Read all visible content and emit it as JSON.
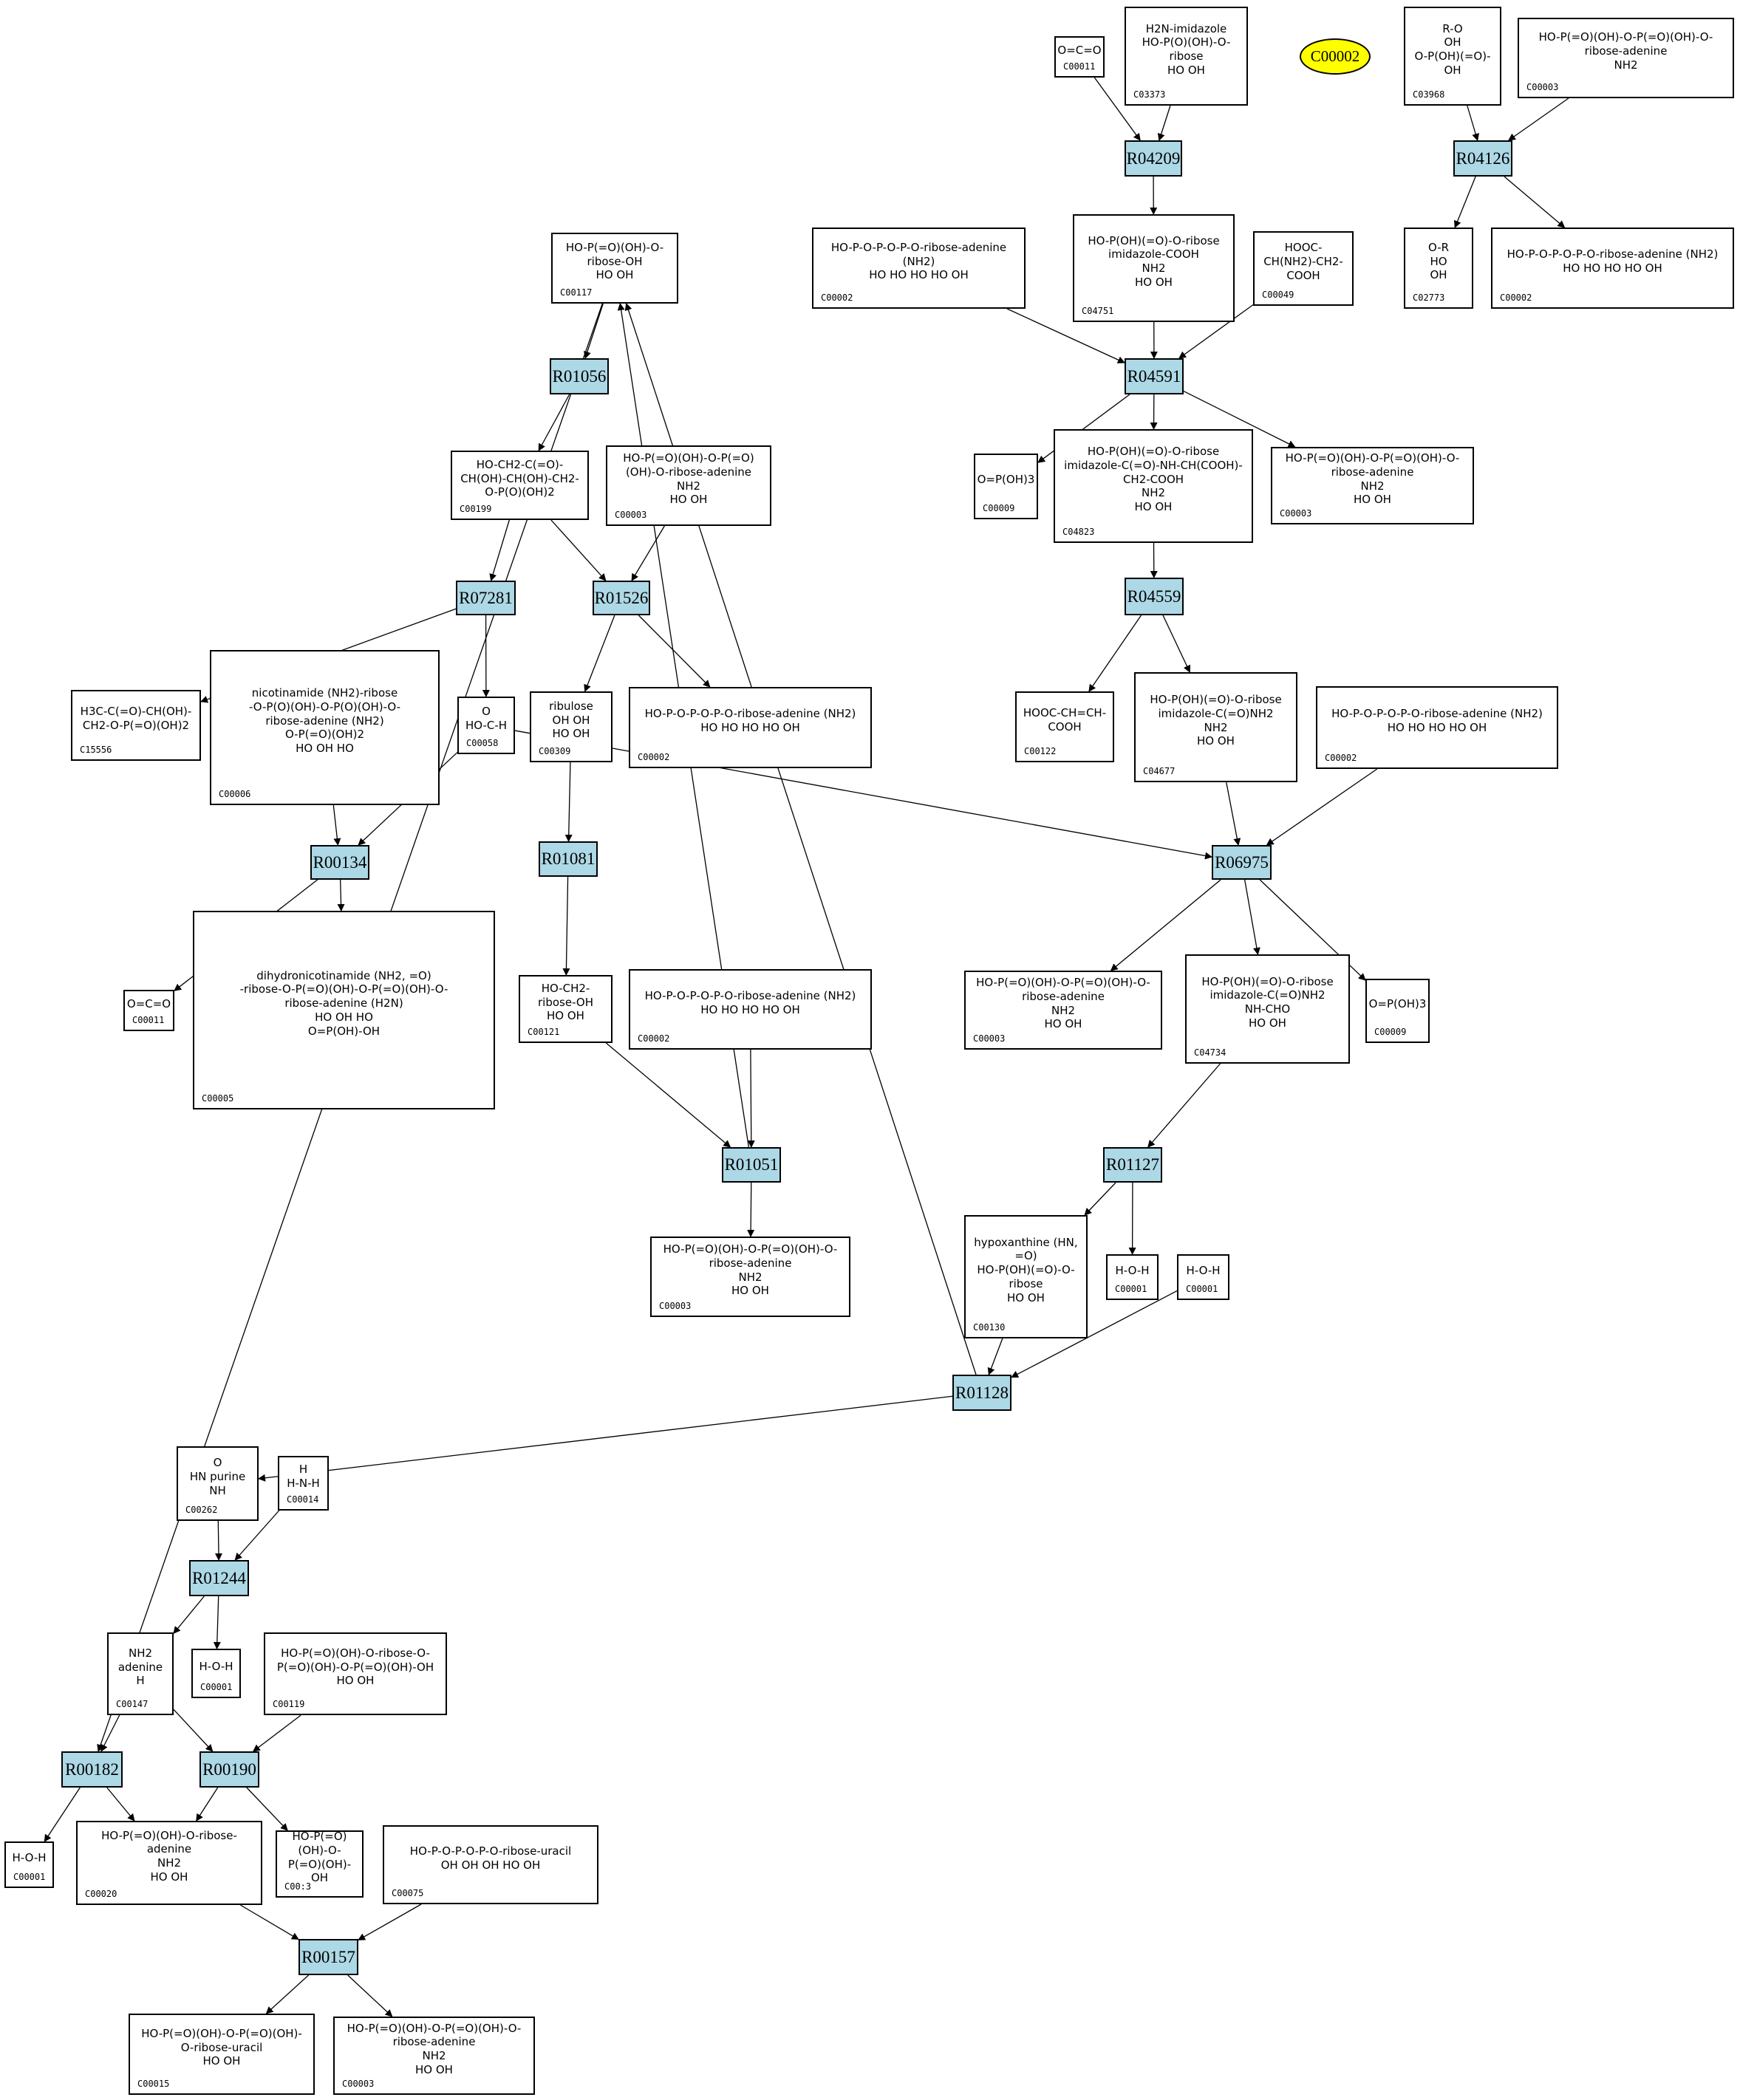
{
  "diagram": {
    "type": "metabolic-pathway-graph",
    "highlight": {
      "id": "C00002",
      "color": "#ffff00"
    },
    "reaction_color": "#add8e6",
    "reactions": [
      "R04209",
      "R04126",
      "R01056",
      "R04591",
      "R07281",
      "R01526",
      "R04559",
      "R00134",
      "R01081",
      "R06975",
      "R01051",
      "R01127",
      "R01128",
      "R01244",
      "R00182",
      "R00190",
      "R00157"
    ],
    "compounds": {
      "c00011_top": {
        "id": "C00011",
        "structure": "O=C=O"
      },
      "c03373": {
        "id": "C03373",
        "structure": "H2N-imidazole\nHO-P(O)(OH)-O-ribose\nHO  OH"
      },
      "c03968": {
        "id": "C03968",
        "structure": "R-O\nOH\nO-P(OH)(=O)-OH"
      },
      "c00003_top": {
        "id": "C00003",
        "structure": "HO-P(=O)(OH)-O-P(=O)(OH)-O-ribose-adenine\nNH2"
      },
      "c00117": {
        "id": "C00117",
        "structure": "HO-P(=O)(OH)-O-ribose-OH\nHO  OH"
      },
      "c00002_a": {
        "id": "C00002",
        "structure": "HO-P-O-P-O-P-O-ribose-adenine (NH2)\nHO  HO  HO   HO  OH"
      },
      "c04751": {
        "id": "C04751",
        "structure": "HO-P(OH)(=O)-O-ribose\nimidazole-COOH\nNH2\nHO  OH"
      },
      "c00049": {
        "id": "C00049",
        "structure": "HOOC-CH(NH2)-CH2-COOH"
      },
      "c02773": {
        "id": "C02773",
        "structure": "O-R\nHO\nOH"
      },
      "c00002_b": {
        "id": "C00002",
        "structure": "HO-P-O-P-O-P-O-ribose-adenine (NH2)\nHO  HO  HO   HO  OH"
      },
      "c00199": {
        "id": "C00199",
        "structure": "HO-CH2-C(=O)-CH(OH)-CH(OH)-CH2-O-P(O)(OH)2"
      },
      "c00003_a": {
        "id": "C00003",
        "structure": "HO-P(=O)(OH)-O-P(=O)(OH)-O-ribose-adenine\nNH2\nHO  OH"
      },
      "c00009_a": {
        "id": "C00009",
        "structure": "O=P(OH)3"
      },
      "c04823": {
        "id": "C04823",
        "structure": "HO-P(OH)(=O)-O-ribose\nimidazole-C(=O)-NH-CH(COOH)-CH2-COOH\nNH2\nHO  OH"
      },
      "c00003_b": {
        "id": "C00003",
        "structure": "HO-P(=O)(OH)-O-P(=O)(OH)-O-ribose-adenine\nNH2\nHO  OH"
      },
      "c15556": {
        "id": "C15556",
        "structure": "H3C-C(=O)-CH(OH)-CH2-O-P(=O)(OH)2"
      },
      "c00006": {
        "id": "C00006",
        "structure": "nicotinamide (NH2)-ribose\n-O-P(O)(OH)-O-P(O)(OH)-O-\nribose-adenine (NH2)\nO-P(=O)(OH)2\nHO  OH   HO"
      },
      "c00058": {
        "id": "C00058",
        "structure": "O\nHO-C-H"
      },
      "c00309": {
        "id": "C00309",
        "structure": "ribulose\nOH  OH\nHO  OH"
      },
      "c00002_c": {
        "id": "C00002",
        "structure": "HO-P-O-P-O-P-O-ribose-adenine (NH2)\nHO  HO  HO   HO  OH"
      },
      "c00122": {
        "id": "C00122",
        "structure": "HOOC-CH=CH-COOH"
      },
      "c04677": {
        "id": "C04677",
        "structure": "HO-P(OH)(=O)-O-ribose\nimidazole-C(=O)NH2\nNH2\nHO  OH"
      },
      "c00002_d": {
        "id": "C00002",
        "structure": "HO-P-O-P-O-P-O-ribose-adenine (NH2)\nHO  HO  HO   HO  OH"
      },
      "c00011_b": {
        "id": "C00011",
        "structure": "O=C=O"
      },
      "c00005": {
        "id": "C00005",
        "structure": "dihydronicotinamide (NH2, =O)\n-ribose-O-P(=O)(OH)-O-P(=O)(OH)-O-\nribose-adenine (H2N)\nHO  OH     HO\nO=P(OH)-OH"
      },
      "c00121": {
        "id": "C00121",
        "structure": "HO-CH2-ribose-OH\nHO  OH"
      },
      "c00002_e": {
        "id": "C00002",
        "structure": "HO-P-O-P-O-P-O-ribose-adenine (NH2)\nHO  HO  HO   HO  OH"
      },
      "c00003_c": {
        "id": "C00003",
        "structure": "HO-P(=O)(OH)-O-P(=O)(OH)-O-ribose-adenine\nNH2\nHO  OH"
      },
      "c04734": {
        "id": "C04734",
        "structure": "HO-P(OH)(=O)-O-ribose\nimidazole-C(=O)NH2\nNH-CHO\nHO  OH"
      },
      "c00009_b": {
        "id": "C00009",
        "structure": "O=P(OH)3"
      },
      "c00003_d": {
        "id": "C00003",
        "structure": "HO-P(=O)(OH)-O-P(=O)(OH)-O-ribose-adenine\nNH2\nHO  OH"
      },
      "c00130": {
        "id": "C00130",
        "structure": "hypoxanthine (HN, =O)\nHO-P(OH)(=O)-O-ribose\nHO  OH"
      },
      "c00001_a": {
        "id": "C00001",
        "structure": "H-O-H"
      },
      "c00001_b": {
        "id": "C00001",
        "structure": "H-O-H"
      },
      "c00262": {
        "id": "C00262",
        "structure": "O\nHN  purine  NH"
      },
      "c00014": {
        "id": "C00014",
        "structure": "H\nH-N-H"
      },
      "c00147": {
        "id": "C00147",
        "structure": "NH2\nadenine\nH"
      },
      "c00001_c": {
        "id": "C00001",
        "structure": "H-O-H"
      },
      "c00119": {
        "id": "C00119",
        "structure": "HO-P(=O)(OH)-O-ribose-O-P(=O)(OH)-O-P(=O)(OH)-OH\nHO  OH"
      },
      "c00001_d": {
        "id": "C00001",
        "structure": "H-O-H"
      },
      "c00020": {
        "id": "C00020",
        "structure": "HO-P(=O)(OH)-O-ribose-adenine\nNH2\nHO  OH"
      },
      "c00013": {
        "id": "C00:3",
        "structure": "HO-P(=O)(OH)-O-P(=O)(OH)-OH"
      },
      "c00075": {
        "id": "C00075",
        "structure": "HO-P-O-P-O-P-O-ribose-uracil\nOH  OH  OH   HO  OH"
      },
      "c00015": {
        "id": "C00015",
        "structure": "HO-P(=O)(OH)-O-P(=O)(OH)-O-ribose-uracil\nHO  OH"
      },
      "c00003_e": {
        "id": "C00003",
        "structure": "HO-P(=O)(OH)-O-P(=O)(OH)-O-ribose-adenine\nNH2\nHO  OH"
      }
    },
    "edges": [
      [
        "c00011_top",
        "R04209"
      ],
      [
        "c03373",
        "R04209"
      ],
      [
        "R04209",
        "c04751"
      ],
      [
        "c03968",
        "R04126"
      ],
      [
        "c00003_top",
        "R04126"
      ],
      [
        "R04126",
        "c02773"
      ],
      [
        "R04126",
        "c00002_b"
      ],
      [
        "c00002_a",
        "R04591"
      ],
      [
        "c04751",
        "R04591"
      ],
      [
        "c00049",
        "R04591"
      ],
      [
        "R04591",
        "c00009_a"
      ],
      [
        "R04591",
        "c04823"
      ],
      [
        "R04591",
        "c00003_b"
      ],
      [
        "c04823",
        "R04559"
      ],
      [
        "R04559",
        "c00122"
      ],
      [
        "R04559",
        "c04677"
      ],
      [
        "c04677",
        "R06975"
      ],
      [
        "c00002_d",
        "R06975"
      ],
      [
        "c00058",
        "R06975"
      ],
      [
        "R06975",
        "c00003_c"
      ],
      [
        "R06975",
        "c04734"
      ],
      [
        "R06975",
        "c00009_b"
      ],
      [
        "c04734",
        "R01127"
      ],
      [
        "R01127",
        "c00130"
      ],
      [
        "R01127",
        "c00001_a"
      ],
      [
        "c00130",
        "R01128"
      ],
      [
        "c00001_b",
        "R01128"
      ],
      [
        "R01128",
        "c00262"
      ],
      [
        "R01128",
        "c00117"
      ],
      [
        "c00117",
        "R01056"
      ],
      [
        "R01056",
        "c00199"
      ],
      [
        "c00199",
        "R07281"
      ],
      [
        "c00199",
        "R01526"
      ],
      [
        "c00003_a",
        "R01526"
      ],
      [
        "R07281",
        "c15556"
      ],
      [
        "R07281",
        "c00058"
      ],
      [
        "R01526",
        "c00309"
      ],
      [
        "R01526",
        "c00002_c"
      ],
      [
        "c00006",
        "R00134"
      ],
      [
        "c00058",
        "R00134"
      ],
      [
        "R00134",
        "c00011_b"
      ],
      [
        "R00134",
        "c00005"
      ],
      [
        "c00309",
        "R01081"
      ],
      [
        "R01081",
        "c00121"
      ],
      [
        "c00121",
        "R01051"
      ],
      [
        "c00002_e",
        "R01051"
      ],
      [
        "R01051",
        "c00003_d"
      ],
      [
        "R01051",
        "c00117"
      ],
      [
        "c00262",
        "R01244"
      ],
      [
        "c00014",
        "R01244"
      ],
      [
        "R01244",
        "c00147"
      ],
      [
        "R01244",
        "c00001_c"
      ],
      [
        "c00117",
        "R00182"
      ],
      [
        "c00147",
        "R00182"
      ],
      [
        "c00147",
        "R00190"
      ],
      [
        "c00119",
        "R00190"
      ],
      [
        "R00182",
        "c00001_d"
      ],
      [
        "R00182",
        "c00020"
      ],
      [
        "R00190",
        "c00020"
      ],
      [
        "R00190",
        "c00013"
      ],
      [
        "c00020",
        "R00157"
      ],
      [
        "c00075",
        "R00157"
      ],
      [
        "R00157",
        "c00015"
      ],
      [
        "R00157",
        "c00003_e"
      ]
    ]
  }
}
